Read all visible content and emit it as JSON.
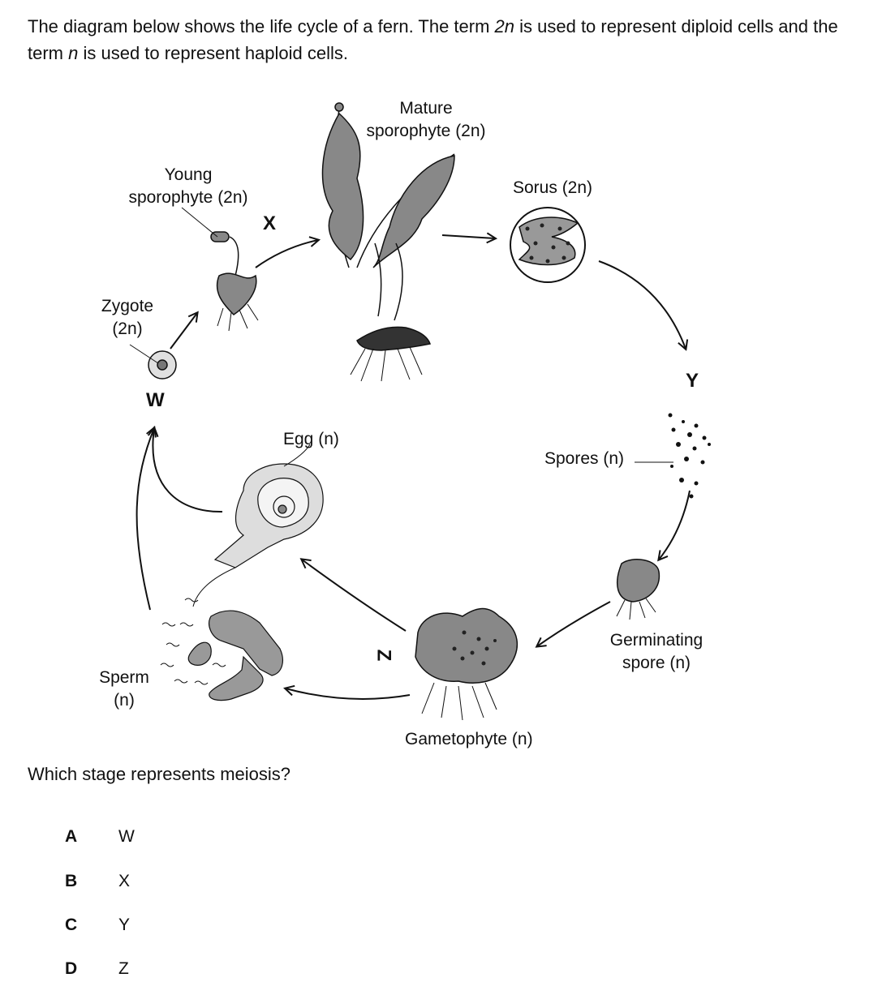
{
  "intro": {
    "p1": "The diagram below shows the life cycle of a fern. The term ",
    "t2n": "2n",
    "p2": " is used to represent diploid cells and the term ",
    "tn": "n",
    "p3": " is used to represent haploid cells."
  },
  "labels": {
    "mature_1": "Mature",
    "mature_2": "sporophyte (2n)",
    "sorus": "Sorus (2n)",
    "young_1": "Young",
    "young_2": "sporophyte (2n)",
    "zygote_1": "Zygote",
    "zygote_2": "(2n)",
    "egg": "Egg (n)",
    "spores": "Spores (n)",
    "germ_1": "Germinating",
    "germ_2": "spore (n)",
    "sperm_1": "Sperm",
    "sperm_2": "(n)",
    "gametophyte": "Gametophyte (n)",
    "W": "W",
    "X": "X",
    "Y": "Y",
    "Z": "Z"
  },
  "question": "Which stage represents meiosis?",
  "options": [
    {
      "letter": "A",
      "text": "W"
    },
    {
      "letter": "B",
      "text": "X"
    },
    {
      "letter": "C",
      "text": "Y"
    },
    {
      "letter": "D",
      "text": "Z"
    }
  ]
}
